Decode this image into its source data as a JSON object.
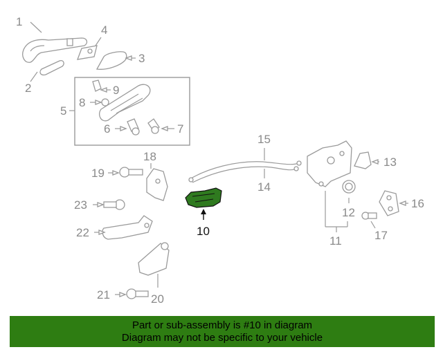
{
  "diagram": {
    "highlight_part": "10",
    "colors": {
      "highlight": "#2f7a1f",
      "parts": "#9a9a9a",
      "banner": "#2e7d12"
    },
    "labels": {
      "p1": "1",
      "p2": "2",
      "p3": "3",
      "p4": "4",
      "p5": "5",
      "p6": "6",
      "p7": "7",
      "p8": "8",
      "p9": "9",
      "p10": "10",
      "p11": "11",
      "p12": "12",
      "p13": "13",
      "p14": "14",
      "p15": "15",
      "p16": "16",
      "p17": "17",
      "p18": "18",
      "p19": "19",
      "p20": "20",
      "p21": "21",
      "p22": "22",
      "p23": "23"
    }
  },
  "banner": {
    "line1": "Part or sub-assembly is #10 in diagram",
    "line2": "Diagram may not be specific to your vehicle"
  }
}
